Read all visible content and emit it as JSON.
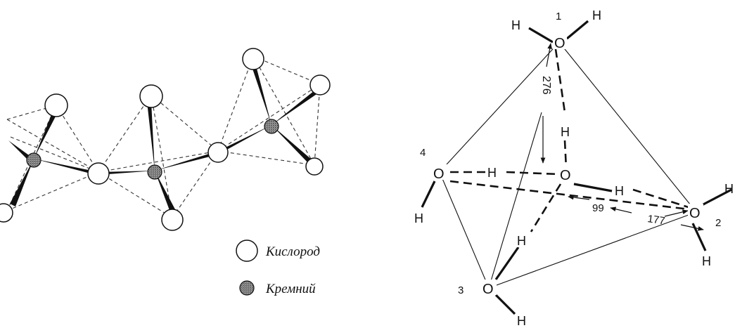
{
  "silicate_chain": {
    "legend": {
      "oxygen_label": "Кислород",
      "silicon_label": "Кремний"
    }
  },
  "water_structure": {
    "atom_labels": {
      "O": "O",
      "H": "H"
    },
    "molecule_numbers": [
      "1",
      "2",
      "3",
      "4"
    ],
    "measurements": {
      "distance": "276",
      "angle_small": "99",
      "angle_large": "177"
    }
  },
  "colors": {
    "ink": "#111111",
    "background": "#ffffff",
    "silicon_fill": "#8a8a8a"
  }
}
